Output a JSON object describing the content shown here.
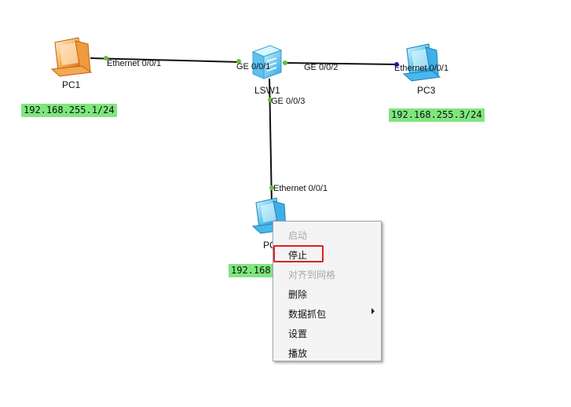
{
  "topology": {
    "devices": [
      {
        "id": "pc1",
        "name": "PC1",
        "ip": "192.168.255.1/24"
      },
      {
        "id": "lsw1",
        "name": "LSW1"
      },
      {
        "id": "pc3",
        "name": "PC3",
        "ip": "192.168.255.3/24"
      },
      {
        "id": "pc2",
        "name": "PC",
        "ip": "192.168"
      }
    ],
    "ports": {
      "pc1_eth": "Ethernet 0/0/1",
      "lsw_ge1": "GE 0/0/1",
      "lsw_ge2": "GE 0/0/2",
      "pc3_eth": "Ethernet 0/0/1",
      "lsw_ge3": "GE 0/0/3",
      "pc2_eth": "Ethernet 0/0/1"
    },
    "colors": {
      "link": "#111111",
      "port_dot": "#6abf3a",
      "port_dot_active": "#1a1ad6",
      "ip_label_bg": "#7fe67f"
    }
  },
  "context_menu": {
    "items": [
      {
        "label": "启动",
        "enabled": false
      },
      {
        "label": "停止",
        "enabled": true,
        "highlighted": true
      },
      {
        "label": "对齐到网格",
        "enabled": false
      },
      {
        "label": "删除",
        "enabled": true
      },
      {
        "label": "数据抓包",
        "enabled": true,
        "submenu": true
      },
      {
        "label": "设置",
        "enabled": true
      },
      {
        "label": "播放",
        "enabled": true
      }
    ]
  }
}
